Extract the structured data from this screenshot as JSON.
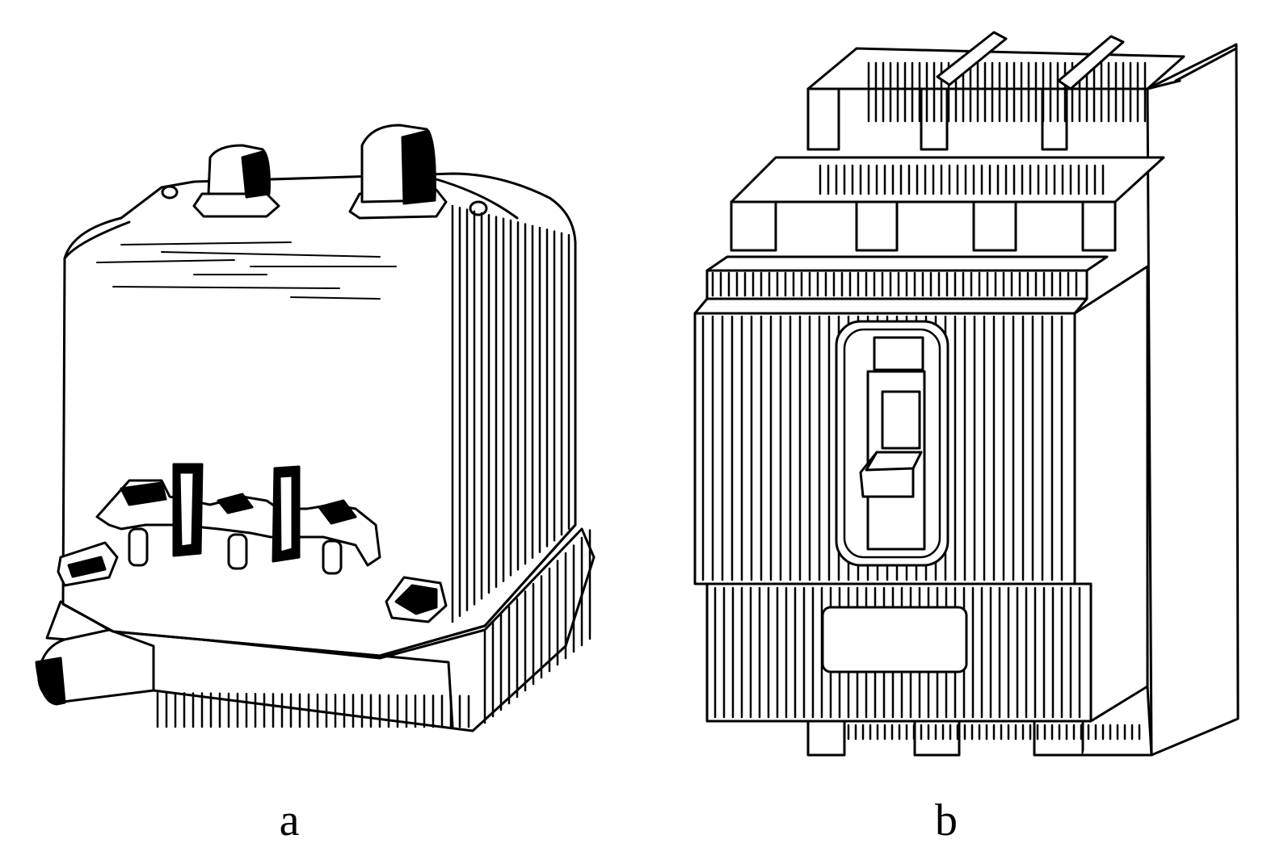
{
  "panels": [
    {
      "label": "a"
    },
    {
      "label": "b"
    }
  ],
  "colors": {
    "ink": "#000000",
    "paper": "#ffffff"
  },
  "icons": {
    "panel_a": "relay-device-illustration",
    "panel_b": "circuit-breaker-illustration"
  }
}
